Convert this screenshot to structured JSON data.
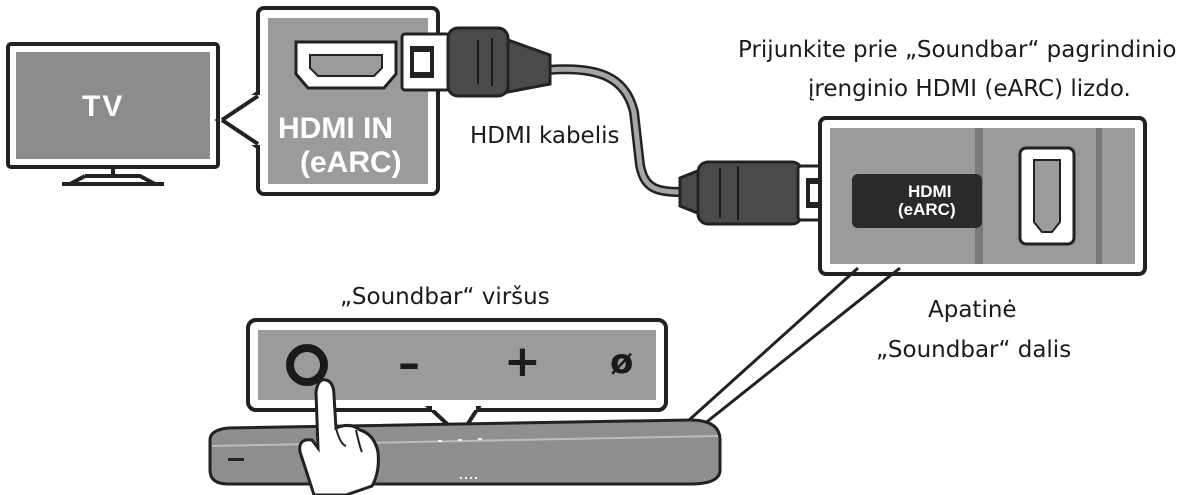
{
  "tv": {
    "label": "TV"
  },
  "tv_port": {
    "line1": "HDMI IN",
    "line2": "(eARC)"
  },
  "cable": {
    "label": "HDMI kabelis"
  },
  "instruction": {
    "line1": "Prijunkite prie „Soundbar“ pagrindinio",
    "line2": "įrenginio HDMI (eARC) lizdo."
  },
  "soundbar_port": {
    "line1": "HDMI",
    "line2": "(eARC)"
  },
  "bottom_caption": {
    "line1": "Apatinė",
    "line2": "„Soundbar“ dalis"
  },
  "top_caption": {
    "label": "„Soundbar“ viršus"
  },
  "buttons": [
    {
      "icon": "power-icon",
      "glyph": ""
    },
    {
      "icon": "volume-down-icon",
      "glyph": "–"
    },
    {
      "icon": "volume-up-icon",
      "glyph": "+"
    },
    {
      "icon": "mic-off-icon",
      "glyph": "ø"
    }
  ],
  "colors": {
    "panel": "#9b9b9b",
    "panel_dark": "#6f6f6f",
    "outline": "#1e1e1e",
    "tv_screen": "#8c8c8c"
  }
}
